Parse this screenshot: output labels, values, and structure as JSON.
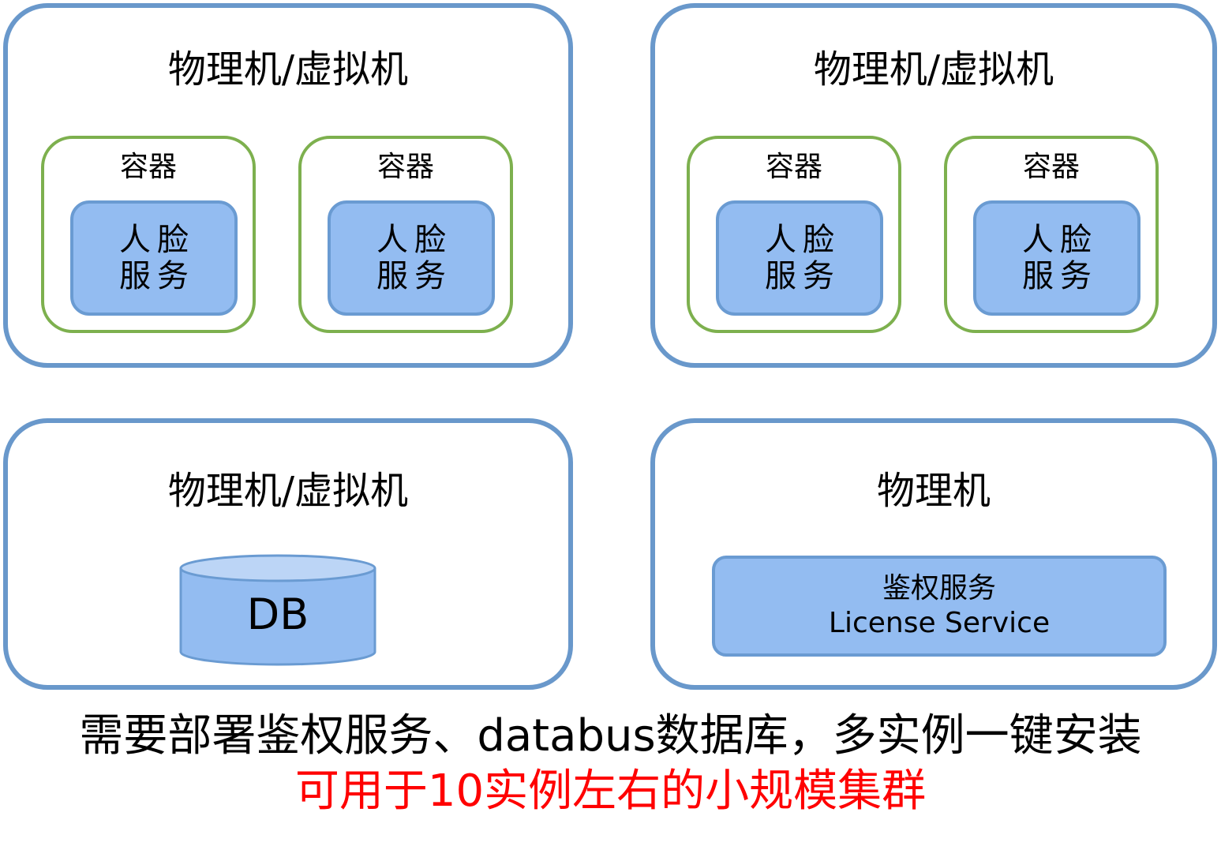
{
  "hosts": [
    {
      "title": "物理机/虚拟机",
      "containers": [
        {
          "title": "容器",
          "service": "人脸\n服务"
        },
        {
          "title": "容器",
          "service": "人脸\n服务"
        }
      ]
    },
    {
      "title": "物理机/虚拟机",
      "containers": [
        {
          "title": "容器",
          "service": "人脸\n服务"
        },
        {
          "title": "容器",
          "service": "人脸\n服务"
        }
      ]
    },
    {
      "title": "物理机/虚拟机",
      "db_label": "DB"
    },
    {
      "title": "物理机",
      "license": {
        "line1": "鉴权服务",
        "line2": "License Service"
      }
    }
  ],
  "footer": {
    "line1": "需要部署鉴权服务、databus数据库，多实例一键安装",
    "line2": "可用于10实例左右的小规模集群"
  },
  "colors": {
    "host_border": "#6998cb",
    "container_border": "#7db04e",
    "service_fill": "#93bcf1",
    "service_border": "#6a9bd2",
    "db_fill": "#93bcf1",
    "db_top_fill": "#bcd5f6",
    "highlight_text": "#ff0000"
  },
  "icons": {
    "db": "database-cylinder-icon"
  }
}
